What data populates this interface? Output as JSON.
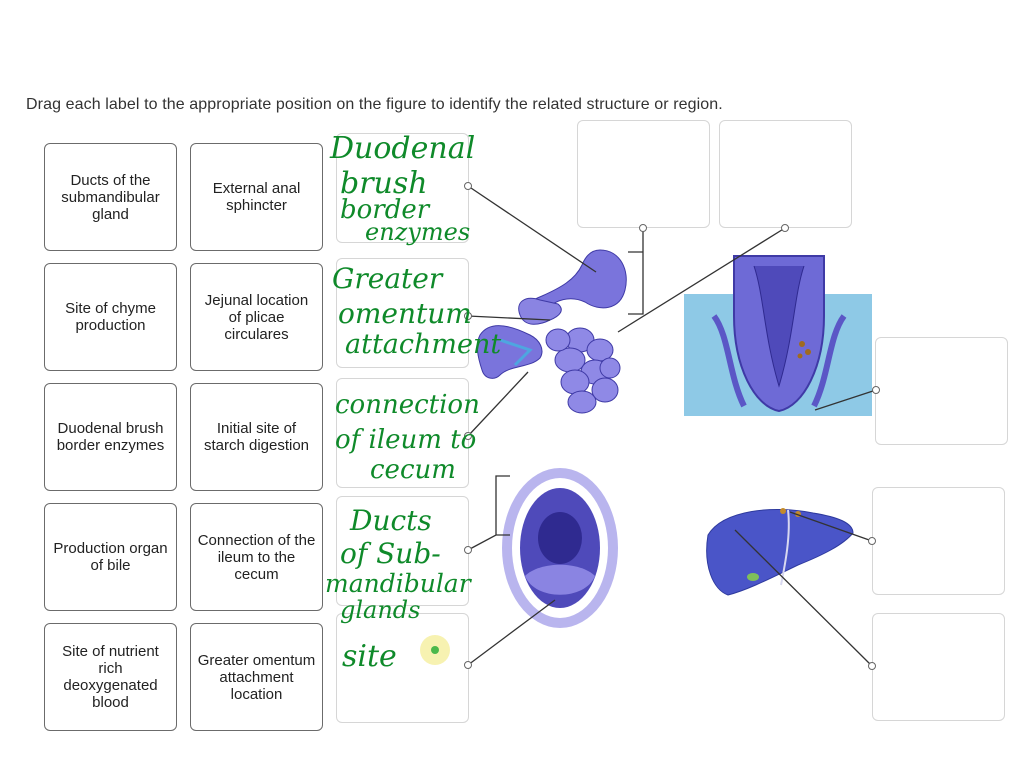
{
  "instruction": "Drag each label to the appropriate position on the figure to identify the related structure or region.",
  "labels": [
    "Ducts of the submandibular gland",
    "External anal sphincter",
    "Site of chyme production",
    "Jejunal location of plicae circulares",
    "Duodenal brush border enzymes",
    "Initial site of starch digestion",
    "Production organ of bile",
    "Connection of the ileum to the cecum",
    "Site of nutrient rich deoxygenated blood",
    "Greater omentum attachment location"
  ],
  "handwriting": [
    "Duodenal",
    "brush",
    "border",
    "enzymes",
    "Greater",
    "omentum",
    "attachment",
    "connection",
    "of ileum to",
    "cecum",
    "Ducts",
    "of Sub-",
    "mandibular",
    "glands",
    "site"
  ],
  "colors": {
    "ink": "#0f8a2a",
    "organ": "#6e6ad6",
    "organ_dark": "#3f3aa6",
    "tissue": "#8ec9e6"
  }
}
